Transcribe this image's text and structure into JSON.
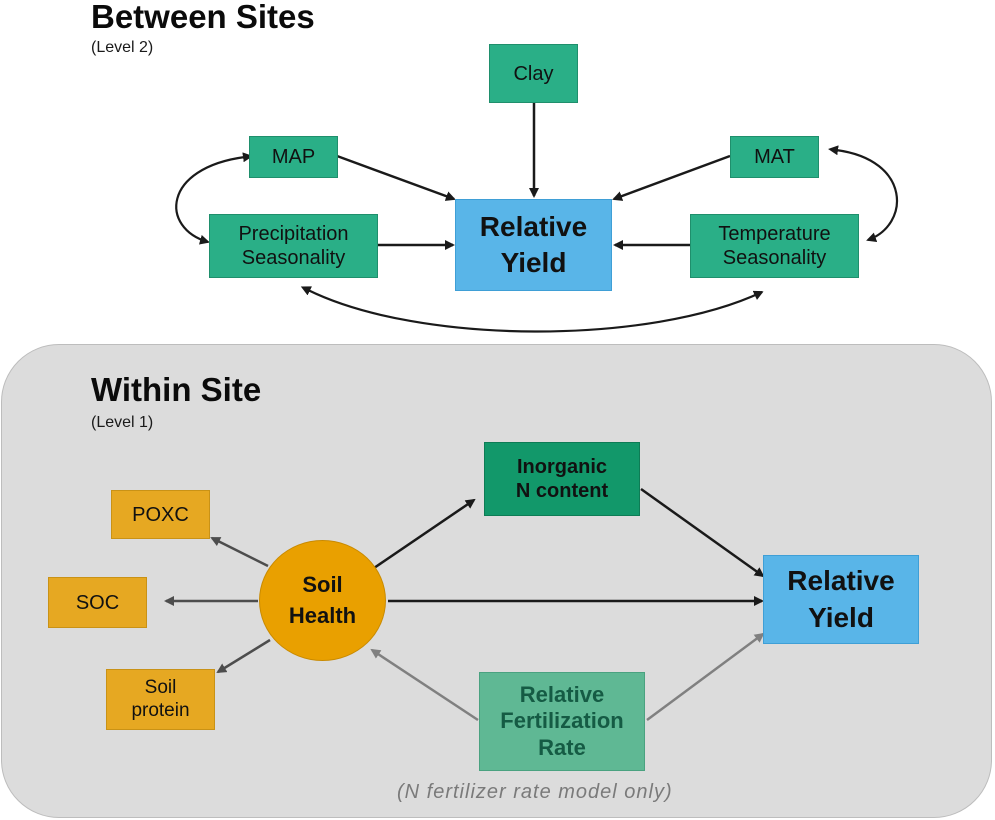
{
  "between": {
    "title": "Between Sites",
    "subtitle": "(Level 2)",
    "nodes": {
      "clay": "Clay",
      "map": "MAP",
      "mat": "MAT",
      "precip_line1": "Precipitation",
      "precip_line2": "Seasonality",
      "temp_line1": "Temperature",
      "temp_line2": "Seasonality",
      "yield_line1": "Relative",
      "yield_line2": "Yield"
    }
  },
  "within": {
    "title": "Within Site",
    "subtitle": "(Level 1)",
    "nodes": {
      "poxc": "POXC",
      "soc": "SOC",
      "protein_line1": "Soil",
      "protein_line2": "protein",
      "health_line1": "Soil",
      "health_line2": "Health",
      "inorganic_line1": "Inorganic",
      "inorganic_line2": "N content",
      "fert_line1": "Relative",
      "fert_line2": "Fertilization",
      "fert_line3": "Rate",
      "yield_line1": "Relative",
      "yield_line2": "Yield"
    },
    "note": "(N fertilizer rate model only)"
  },
  "colors": {
    "level2_node": "#2aaf87",
    "yield_node": "#59b5e8",
    "soil_indicator": "#e6a822",
    "soil_health": "#e9a000",
    "inorganic_node": "#12986a",
    "fertilization_node": "#5fb894",
    "panel_background": "#dcdcdc"
  }
}
